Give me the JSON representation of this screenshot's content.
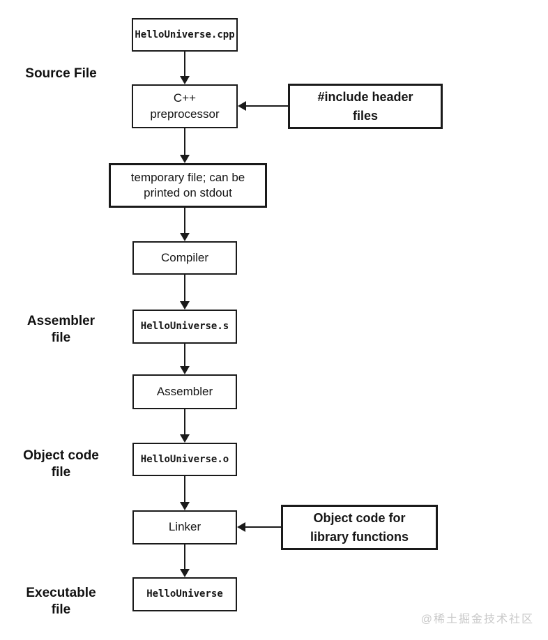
{
  "diagram": {
    "nodes": {
      "source_file": "HelloUniverse.cpp",
      "preprocessor": "C++\npreprocessor",
      "include_headers": "#include header\nfiles",
      "temp_file": "temporary file; can be\nprinted on stdout",
      "compiler": "Compiler",
      "assembler_file": "HelloUniverse.s",
      "assembler": "Assembler",
      "object_file": "HelloUniverse.o",
      "linker": "Linker",
      "library_objects": "Object code for\nlibrary functions",
      "executable": "HelloUniverse"
    },
    "side_labels": [
      {
        "text": "Source File"
      },
      {
        "text": "Assembler\nfile"
      },
      {
        "text": "Object code\nfile"
      },
      {
        "text": "Executable\nfile"
      }
    ],
    "watermark": "@稀土掘金技术社区",
    "colors": {
      "line": "#1a1a1a",
      "background": "#ffffff",
      "watermark": "#c9c9c9"
    }
  }
}
